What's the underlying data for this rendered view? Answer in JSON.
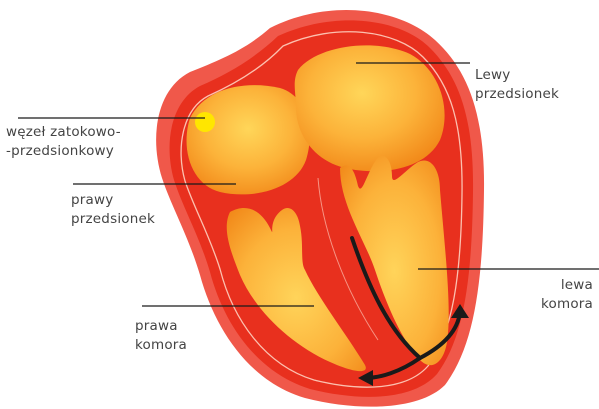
{
  "labels": {
    "lewy_przedsionek": [
      "Lewy",
      "przedsionek"
    ],
    "wezel": [
      "węzeł zatokowo-",
      "-przedsionkowy"
    ],
    "prawy_przedsionek": [
      "prawy",
      "przedsionek"
    ],
    "lewa_komora": [
      "lewa",
      "komora"
    ],
    "prawa_komora": [
      "prawa",
      "komora"
    ]
  },
  "colors": {
    "outer_wall": "#f0584a",
    "muscle": "#e8301e",
    "chamber_light": "#ffd659",
    "chamber_dark": "#f7941d",
    "node": "#ffe600",
    "arrow": "#1a1a1a",
    "leader_line": "#1a1a1a"
  }
}
